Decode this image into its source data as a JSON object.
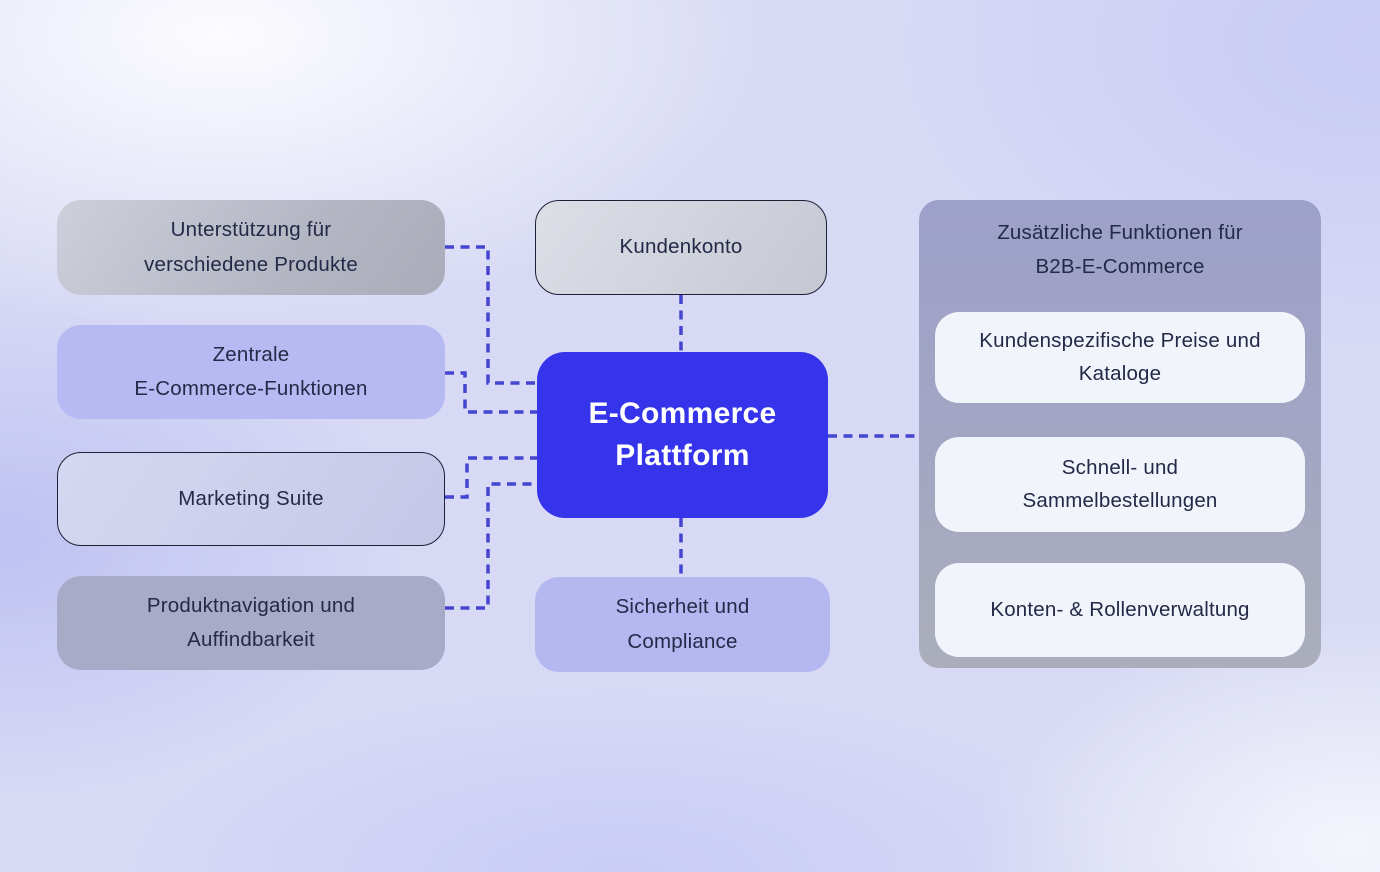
{
  "diagram": {
    "type": "flowchart",
    "hub": {
      "label": "E-Commerce\nPlattform"
    },
    "top_node": {
      "label": "Kundenkonto"
    },
    "bottom_node": {
      "label": "Sicherheit und\nCompliance"
    },
    "left_nodes": [
      {
        "label": "Unterstützung für\nverschiedene Produkte"
      },
      {
        "label": "Zentrale\nE-Commerce-Funktionen"
      },
      {
        "label": "Marketing Suite"
      },
      {
        "label": "Produktnavigation und\nAuffindbarkeit"
      }
    ],
    "right_panel": {
      "title": "Zusätzliche Funktionen für\nB2B-E-Commerce",
      "items": [
        {
          "label": "Kundenspezifische Preise und\nKataloge"
        },
        {
          "label": "Schnell- und\nSammelbestellungen"
        },
        {
          "label": "Konten- & Rollenverwaltung"
        }
      ]
    },
    "colors": {
      "hub_blue": "#3534eb",
      "connector_blue": "#4545d2",
      "text_dark_navy": "#232947",
      "node_lavender": "#b7baf2",
      "node_gray": "#b4b7c3",
      "node_gray_purple": "#a8abc8",
      "panel_gray_purple": "#9da0c8",
      "panel_item_white": "#f2f4fc"
    }
  }
}
